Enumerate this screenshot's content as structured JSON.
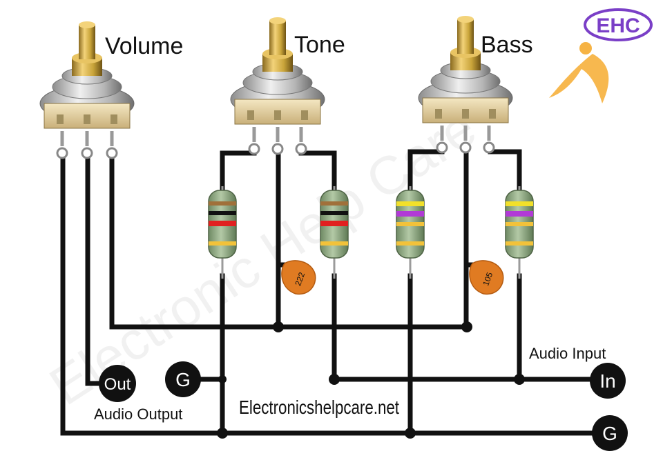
{
  "pots": [
    {
      "label": "Volume"
    },
    {
      "label": "Tone"
    },
    {
      "label": "Bass"
    }
  ],
  "capacitors": [
    {
      "code": "222"
    },
    {
      "code": "105"
    }
  ],
  "terminals": {
    "out": "Out",
    "ground_left": "G",
    "input": "In",
    "ground_right": "G"
  },
  "labels": {
    "audio_output": "Audio Output",
    "audio_input": "Audio Input",
    "site": "Electronicshelpcare.net"
  },
  "watermark": "Electronic Help Care",
  "logo_text": "EHC",
  "colors": {
    "wire": "#111111",
    "brass": "#c9a43a",
    "resistor_body": "#8da580",
    "capacitor": "#e07b22",
    "logo_purple": "#7a3fc7",
    "logo_orange": "#f5a623"
  }
}
